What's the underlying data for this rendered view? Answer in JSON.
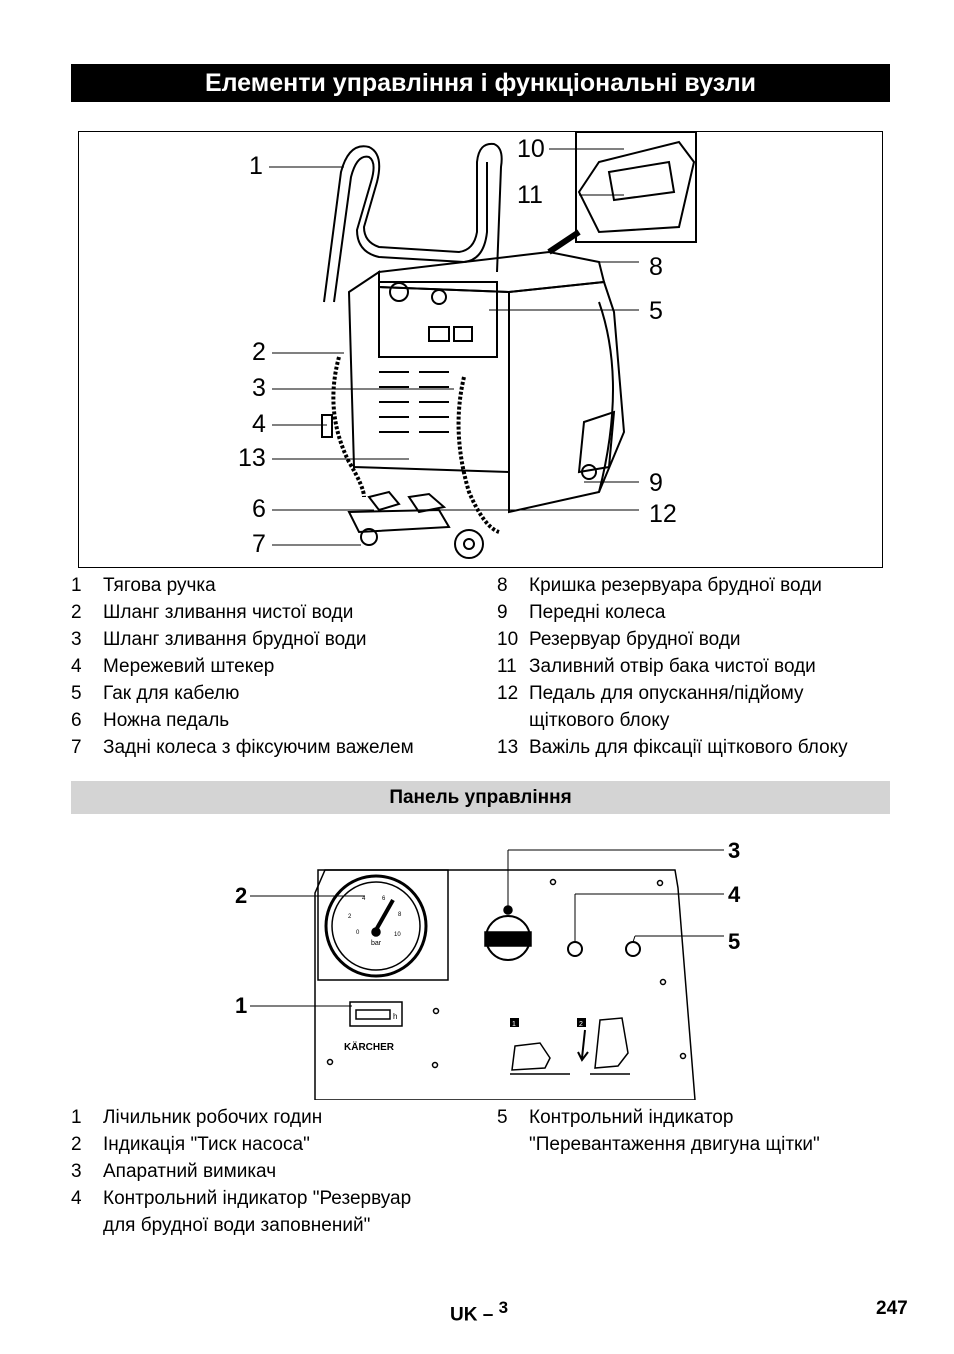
{
  "header": {
    "title": "Елементи управління і функціональні вузли"
  },
  "figure1": {
    "callouts_left": [
      "1",
      "2",
      "3",
      "4",
      "13",
      "6",
      "7"
    ],
    "callouts_right": [
      "10",
      "11",
      "8",
      "5",
      "9",
      "12"
    ]
  },
  "legend1_left": [
    {
      "num": "1",
      "text": "Тягова ручка"
    },
    {
      "num": "2",
      "text": "Шланг зливання чистої води"
    },
    {
      "num": "3",
      "text": "Шланг зливання брудної води"
    },
    {
      "num": "4",
      "text": "Мережевий штекер"
    },
    {
      "num": "5",
      "text": "Гак для кабелю"
    },
    {
      "num": "6",
      "text": "Ножна педаль"
    },
    {
      "num": "7",
      "text": "Задні колеса з фіксуючим важелем"
    }
  ],
  "legend1_right": [
    {
      "num": "8",
      "text": "Кришка резервуара брудної води"
    },
    {
      "num": "9",
      "text": "Передні колеса"
    },
    {
      "num": "10",
      "text": "Резервуар брудної води"
    },
    {
      "num": "11",
      "text": "Заливний отвір бака чистої води"
    },
    {
      "num": "12",
      "text": "Педаль для опускання/підйому",
      "text2": "щіткового блоку"
    },
    {
      "num": "13",
      "text": "Важіль для фіксації щіткового блоку"
    }
  ],
  "section2": {
    "title": "Панель управління"
  },
  "panel": {
    "callouts": [
      "2",
      "1",
      "3",
      "4",
      "5"
    ],
    "gauge_unit": "bar",
    "gauge_ticks": [
      "0",
      "2",
      "4",
      "6",
      "8",
      "10"
    ],
    "counter_unit": "h",
    "brand": "KÄRCHER",
    "step_labels": [
      "1",
      "2"
    ]
  },
  "legend2_left": [
    {
      "num": "1",
      "text": "Лічильник робочих годин"
    },
    {
      "num": "2",
      "text": "Індикація \"Тиск насоса\""
    },
    {
      "num": "3",
      "text": "Апаратний вимикач"
    },
    {
      "num": "4",
      "text": "Контрольний індикатор \"Резервуар",
      "text2": "для брудної води заповнений\""
    }
  ],
  "legend2_right": [
    {
      "num": "5",
      "text": "Контрольний індикатор",
      "text2": "\"Перевантаження двигуна щітки\""
    }
  ],
  "footer": {
    "lang": "UK",
    "dash": "–",
    "page_in_lang": "3",
    "page": "247"
  }
}
